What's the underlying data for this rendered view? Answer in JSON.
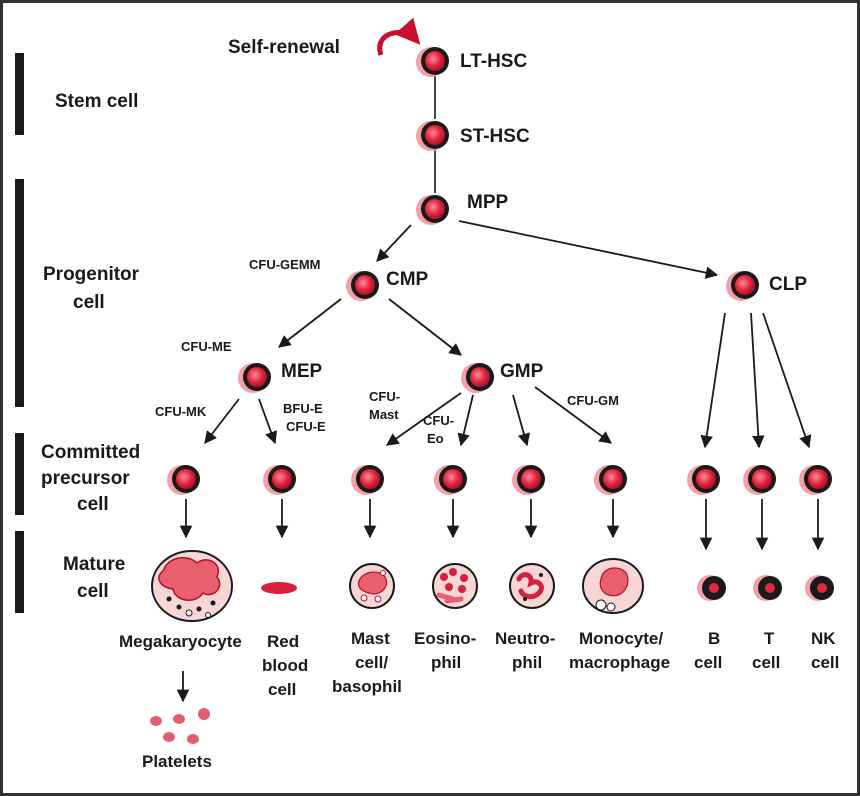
{
  "sections": {
    "stem": [
      "Stem cell"
    ],
    "progenitor": [
      "Progenitor",
      "cell"
    ],
    "committed": [
      "Committed",
      "precursor",
      "cell"
    ],
    "mature": [
      "Mature",
      "cell"
    ]
  },
  "nodes": {
    "self_renewal": "Self-renewal",
    "lt_hsc": "LT-HSC",
    "st_hsc": "ST-HSC",
    "mpp": "MPP",
    "cmp": "CMP",
    "clp": "CLP",
    "mep": "MEP",
    "gmp": "GMP"
  },
  "pathway_labels": {
    "cfu_gemm": "CFU-GEMM",
    "cfu_me": "CFU-ME",
    "cfu_mk": "CFU-MK",
    "bfu_e": "BFU-E",
    "cfu_e": "CFU-E",
    "cfu_mast_1": "CFU-",
    "cfu_mast_2": "Mast",
    "cfu_eo_1": "CFU-",
    "cfu_eo_2": "Eo",
    "cfu_gm": "CFU-GM"
  },
  "mature_cells": {
    "megakaryocyte": [
      "Megakaryocyte"
    ],
    "rbc": [
      "Red",
      "blood",
      "cell"
    ],
    "mast": [
      "Mast",
      "cell/",
      "basophil"
    ],
    "eosinophil": [
      "Eosino-",
      "phil"
    ],
    "neutrophil": [
      "Neutro-",
      "phil"
    ],
    "monocyte": [
      "Monocyte/",
      "macrophage"
    ],
    "b_cell": [
      "B",
      "cell"
    ],
    "t_cell": [
      "T",
      "cell"
    ],
    "nk_cell": [
      "NK",
      "cell"
    ],
    "platelets": [
      "Platelets"
    ]
  },
  "colors": {
    "cell_red": "#e0263f",
    "cell_dark": "#1a1a1a",
    "cell_light": "#f08a8a",
    "cytoplasm": "#f7d6d6",
    "arrow": "#1a1a1a",
    "curved_arrow": "#c8102e"
  }
}
